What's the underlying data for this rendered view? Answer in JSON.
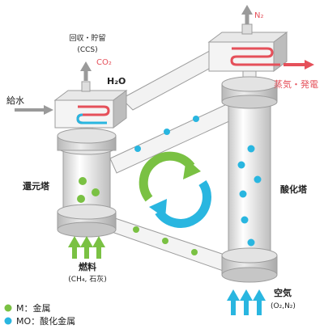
{
  "labels": {
    "storage": "回収・貯留",
    "storage_sub": "(CCS)",
    "co2": "CO₂",
    "h2o": "H₂O",
    "feed_water": "給水",
    "n2": "N₂",
    "steam_power": "蒸気・発電",
    "reduction_tower": "還元塔",
    "oxidation_tower": "酸化塔",
    "fuel": "燃料",
    "fuel_sub": "(CH₄, 石灰)",
    "air": "空気",
    "air_sub": "(O₂,N₂)"
  },
  "legend": [
    {
      "symbol": "M",
      "text": "M：金属",
      "color": "#7ac143"
    },
    {
      "symbol": "MO",
      "text": "MO：酸化金属",
      "color": "#29b6e0"
    }
  ],
  "colors": {
    "metal": "#7ac143",
    "metal_oxide": "#29b6e0",
    "hot": "#e5505a",
    "gray_arrow": "#9a9a9a",
    "pipe_fill": "#f4f4f4",
    "cap_fill": "#dcdcdc"
  }
}
